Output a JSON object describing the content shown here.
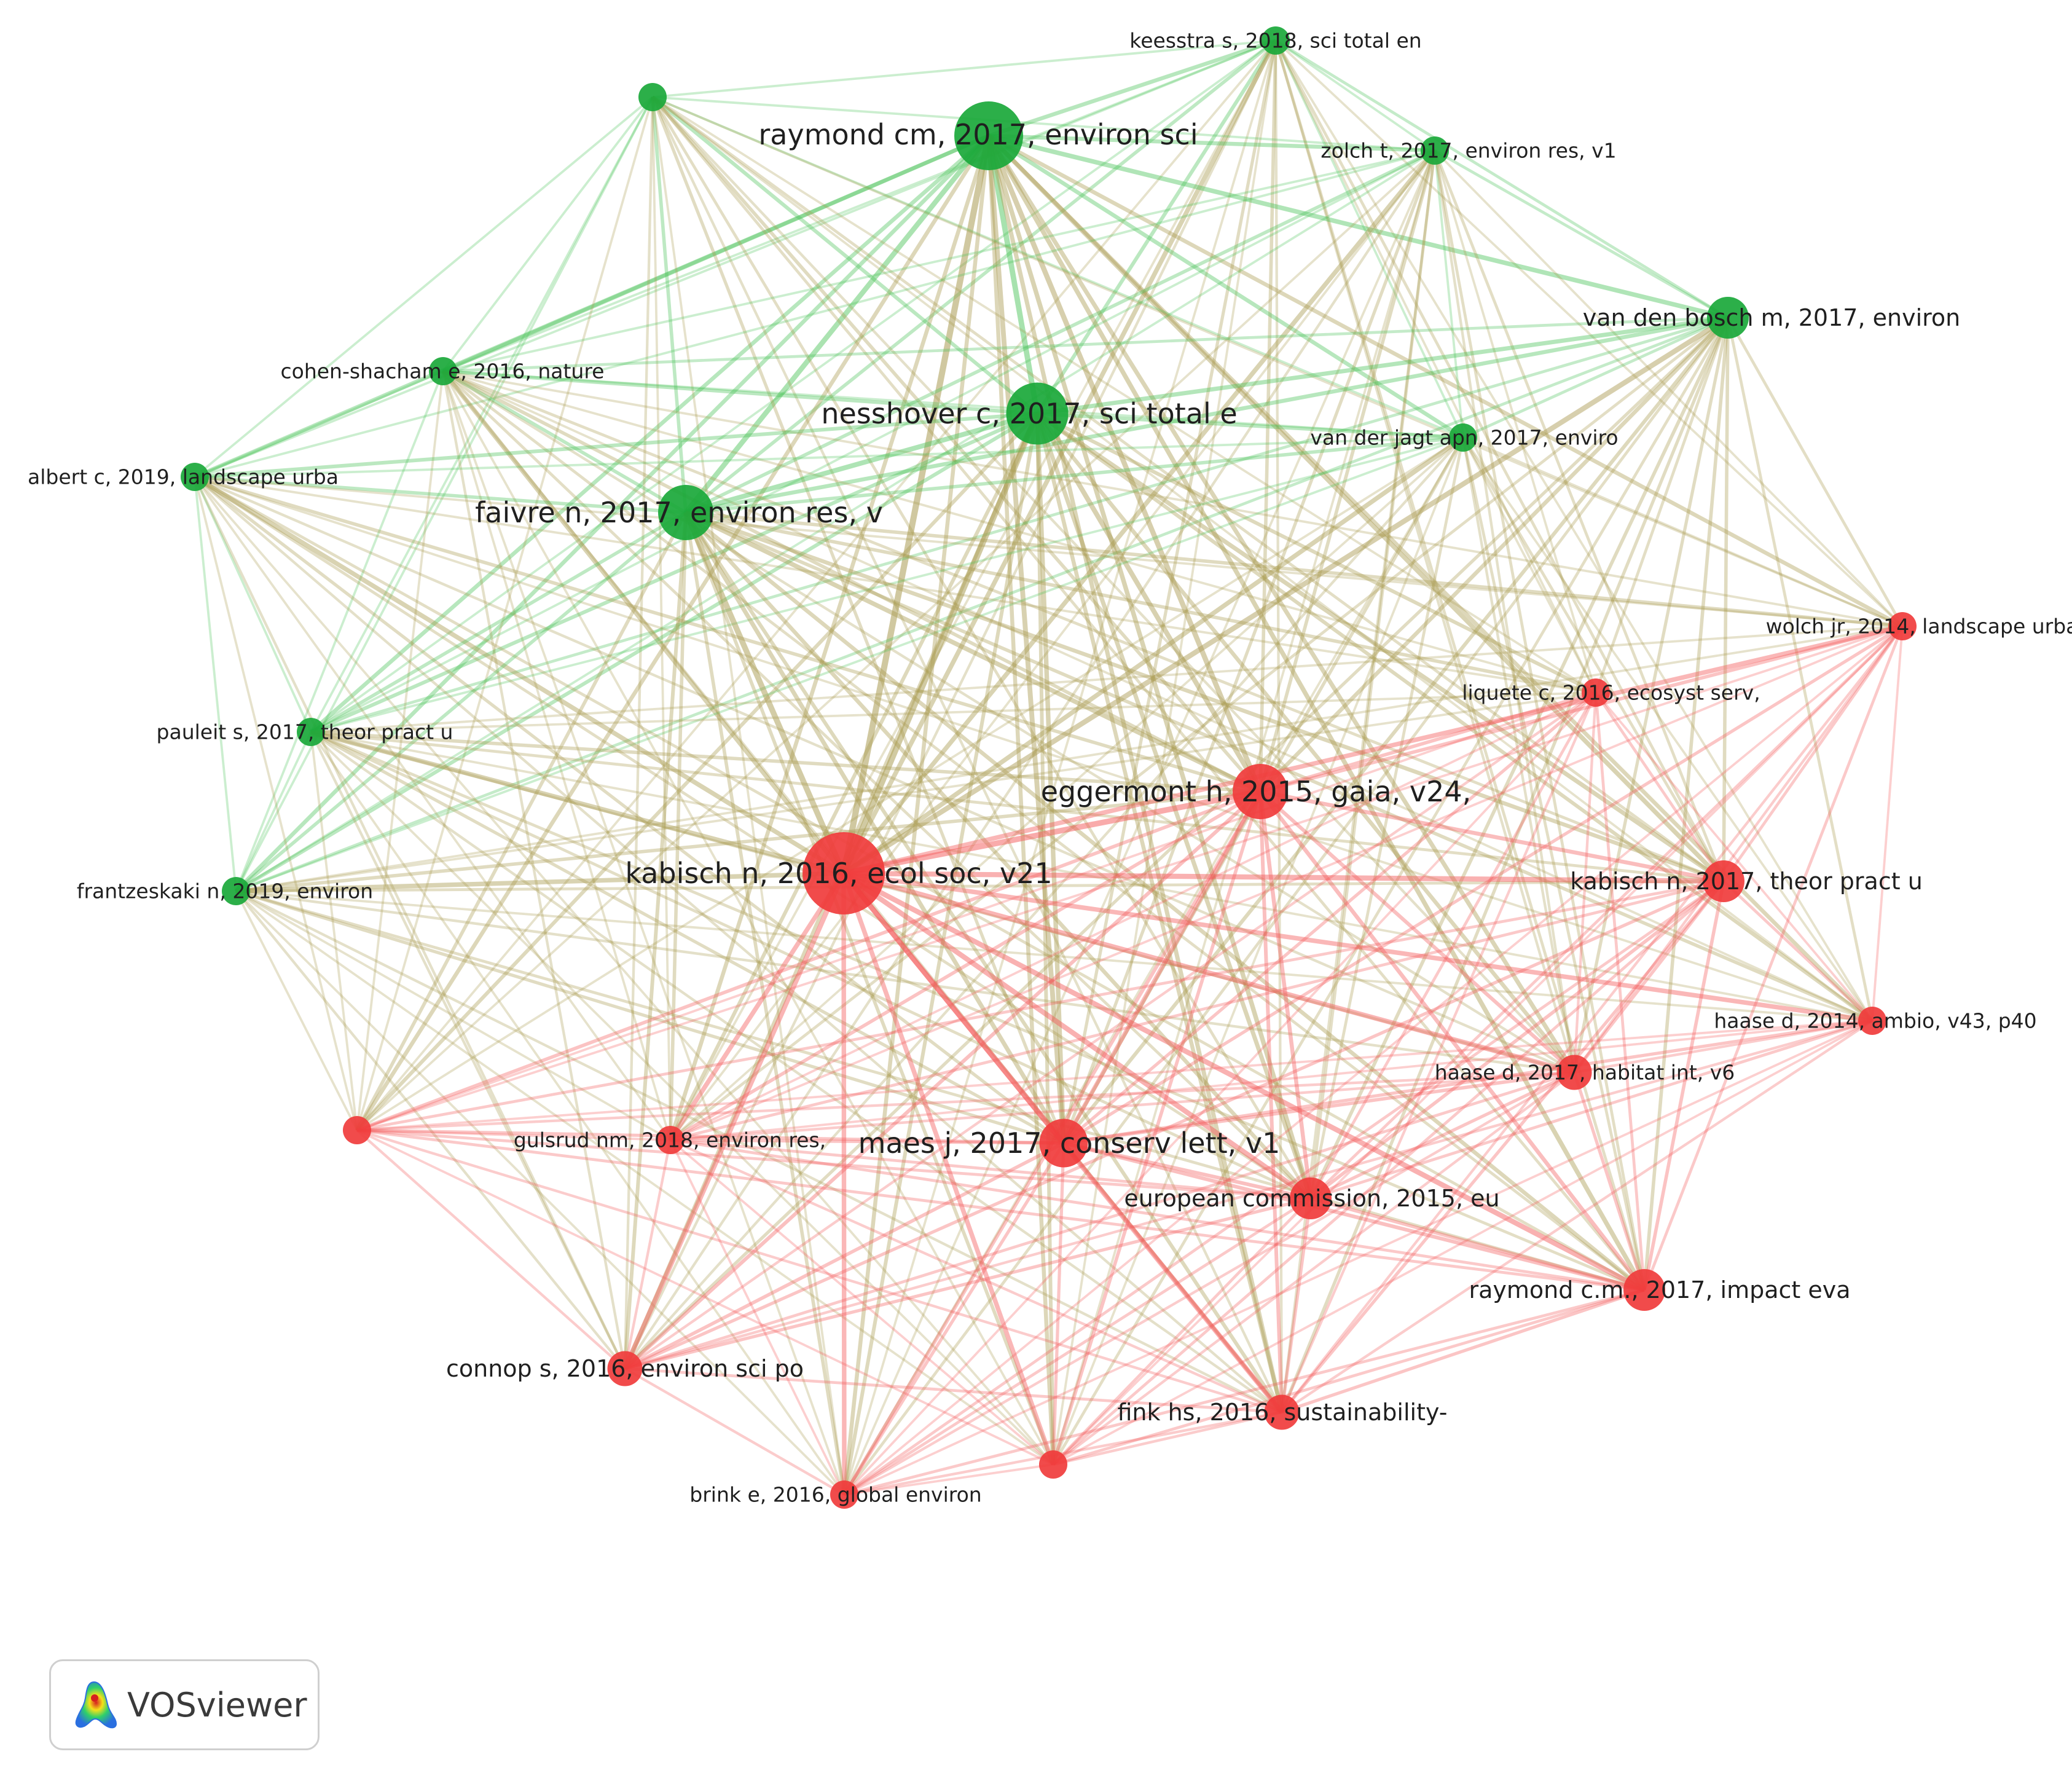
{
  "colors": {
    "cluster_green": "#1aa83a",
    "cluster_red": "#f03c3c",
    "edge_green": "#4cc35a",
    "edge_red": "#f35a5a",
    "edge_mixed": "#a99a50"
  },
  "logo": {
    "text": "VOSviewer",
    "icon": "vosviewer-heatmap-icon"
  },
  "nodes": [
    {
      "id": "keesstra",
      "label": "keesstra s, 2018, sci total en",
      "cluster": "green",
      "weight": 2
    },
    {
      "id": "raymond_cm",
      "label": "raymond cm, 2017, environ sci",
      "cluster": "green",
      "weight": 8
    },
    {
      "id": "g_unlabeled",
      "label": "",
      "cluster": "green",
      "weight": 2
    },
    {
      "id": "zolch",
      "label": "zolch t, 2017, environ res, v1",
      "cluster": "green",
      "weight": 2
    },
    {
      "id": "vandenbosch",
      "label": "van den bosch m, 2017, environ",
      "cluster": "green",
      "weight": 4
    },
    {
      "id": "cohen",
      "label": "cohen-shacham e, 2016, nature",
      "cluster": "green",
      "weight": 2
    },
    {
      "id": "nesshover",
      "label": "nesshover c, 2017, sci total e",
      "cluster": "green",
      "weight": 7
    },
    {
      "id": "vanderjagt",
      "label": "van der jagt apn, 2017, enviro",
      "cluster": "green",
      "weight": 2
    },
    {
      "id": "albert",
      "label": "albert c, 2019, landscape urba",
      "cluster": "green",
      "weight": 2
    },
    {
      "id": "faivre",
      "label": "faivre n, 2017, environ res, v",
      "cluster": "green",
      "weight": 6
    },
    {
      "id": "pauleit",
      "label": "pauleit s, 2017, theor pract u",
      "cluster": "green",
      "weight": 2
    },
    {
      "id": "frantzeskaki",
      "label": "frantzeskaki n, 2019, environ",
      "cluster": "green",
      "weight": 2
    },
    {
      "id": "wolch",
      "label": "wolch jr, 2014, landscape urba",
      "cluster": "red",
      "weight": 2
    },
    {
      "id": "liquete",
      "label": "liquete c, 2016, ecosyst serv,",
      "cluster": "red",
      "weight": 2
    },
    {
      "id": "eggermont",
      "label": "eggermont h, 2015, gaia, v24,",
      "cluster": "red",
      "weight": 6
    },
    {
      "id": "kabisch2016",
      "label": "kabisch n, 2016, ecol soc, v21",
      "cluster": "red",
      "weight": 10
    },
    {
      "id": "kabisch2017",
      "label": "kabisch n, 2017, theor pract u",
      "cluster": "red",
      "weight": 4
    },
    {
      "id": "haase2014",
      "label": "haase d, 2014, ambio, v43, p40",
      "cluster": "red",
      "weight": 2
    },
    {
      "id": "haase2017",
      "label": "haase d, 2017, habitat int, v6",
      "cluster": "red",
      "weight": 3
    },
    {
      "id": "r_unlabeled_left",
      "label": "",
      "cluster": "red",
      "weight": 2
    },
    {
      "id": "gulsrud",
      "label": "gulsrud nm, 2018, environ res,",
      "cluster": "red",
      "weight": 2
    },
    {
      "id": "maes",
      "label": "maes j, 2017, conserv lett, v1",
      "cluster": "red",
      "weight": 5
    },
    {
      "id": "eucommission",
      "label": "european commission, 2015, eu",
      "cluster": "red",
      "weight": 4
    },
    {
      "id": "raymond_cmm",
      "label": "raymond c.m., 2017, impact eva",
      "cluster": "red",
      "weight": 4
    },
    {
      "id": "connop",
      "label": "connop s, 2016, environ sci po",
      "cluster": "red",
      "weight": 3
    },
    {
      "id": "fink",
      "label": "fink hs, 2016, sustainability-",
      "cluster": "red",
      "weight": 3
    },
    {
      "id": "r_unlabeled_bottom",
      "label": "",
      "cluster": "red",
      "weight": 2
    },
    {
      "id": "brink",
      "label": "brink e, 2016, global environ",
      "cluster": "red",
      "weight": 2
    }
  ]
}
